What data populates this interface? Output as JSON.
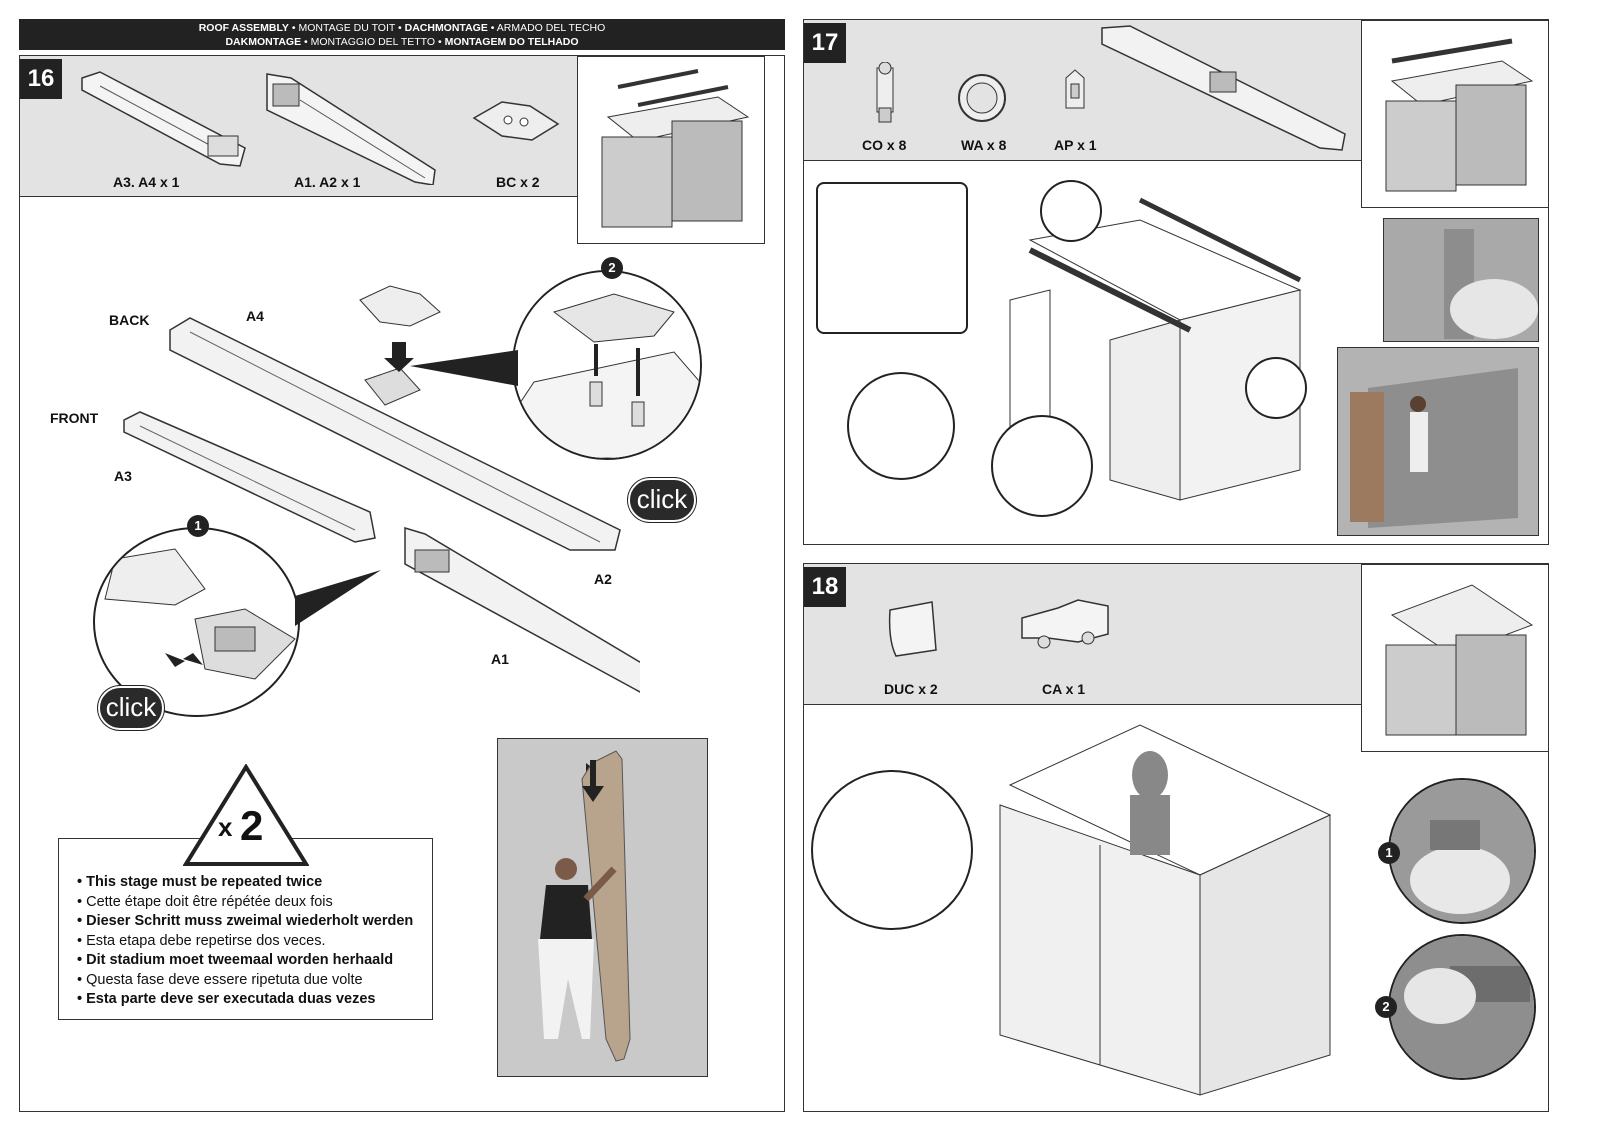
{
  "header": {
    "line1": [
      {
        "text": "ROOF ASSEMBLY",
        "bold": true
      },
      {
        "text": " • MONTAGE DU TOIT • ",
        "bold": false
      },
      {
        "text": "DACHMONTAGE",
        "bold": true
      },
      {
        "text": " • ARMADO DEL TECHO",
        "bold": false
      }
    ],
    "line2": [
      {
        "text": "DAKMONTAGE",
        "bold": true
      },
      {
        "text": " • MONTAGGIO DEL TETTO • ",
        "bold": false
      },
      {
        "text": "MONTAGEM DO TELHADO",
        "bold": true
      }
    ]
  },
  "step16": {
    "number": "16",
    "parts": [
      "A3. A4 x 1",
      "A1. A2 x 1",
      "BC x 2"
    ],
    "labels": {
      "back": "BACK",
      "a4": "A4",
      "front": "FRONT",
      "a3": "A3",
      "a2": "A2",
      "a1": "A1"
    },
    "click": "click",
    "badge1": "1",
    "badge2": "2",
    "repeat": {
      "x": "x",
      "n": "2"
    },
    "notes": [
      {
        "text": "• This stage must be repeated twice",
        "bold": true
      },
      {
        "text": "• Cette étape doit être répétée deux fois",
        "bold": false
      },
      {
        "text": "• Dieser Schritt muss zweimal wiederholt werden",
        "bold": true
      },
      {
        "text": "• Esta etapa debe repetirse dos veces.",
        "bold": false
      },
      {
        "text": "• Dit stadium moet tweemaal worden herhaald",
        "bold": true
      },
      {
        "text": "• Questa fase deve essere ripetuta due volte",
        "bold": false
      },
      {
        "text": "• Esta parte deve ser executada duas vezes",
        "bold": true
      }
    ]
  },
  "step17": {
    "number": "17",
    "parts": [
      "CO x 8",
      "WA x 8",
      "AP x 1"
    ]
  },
  "step18": {
    "number": "18",
    "parts": [
      "DUC x 2",
      "CA x 1"
    ],
    "badge1": "1",
    "badge2": "2"
  },
  "colors": {
    "dark": "#222222",
    "partsBg": "#e3e3e3",
    "photoBg": "#9a9a9a"
  }
}
